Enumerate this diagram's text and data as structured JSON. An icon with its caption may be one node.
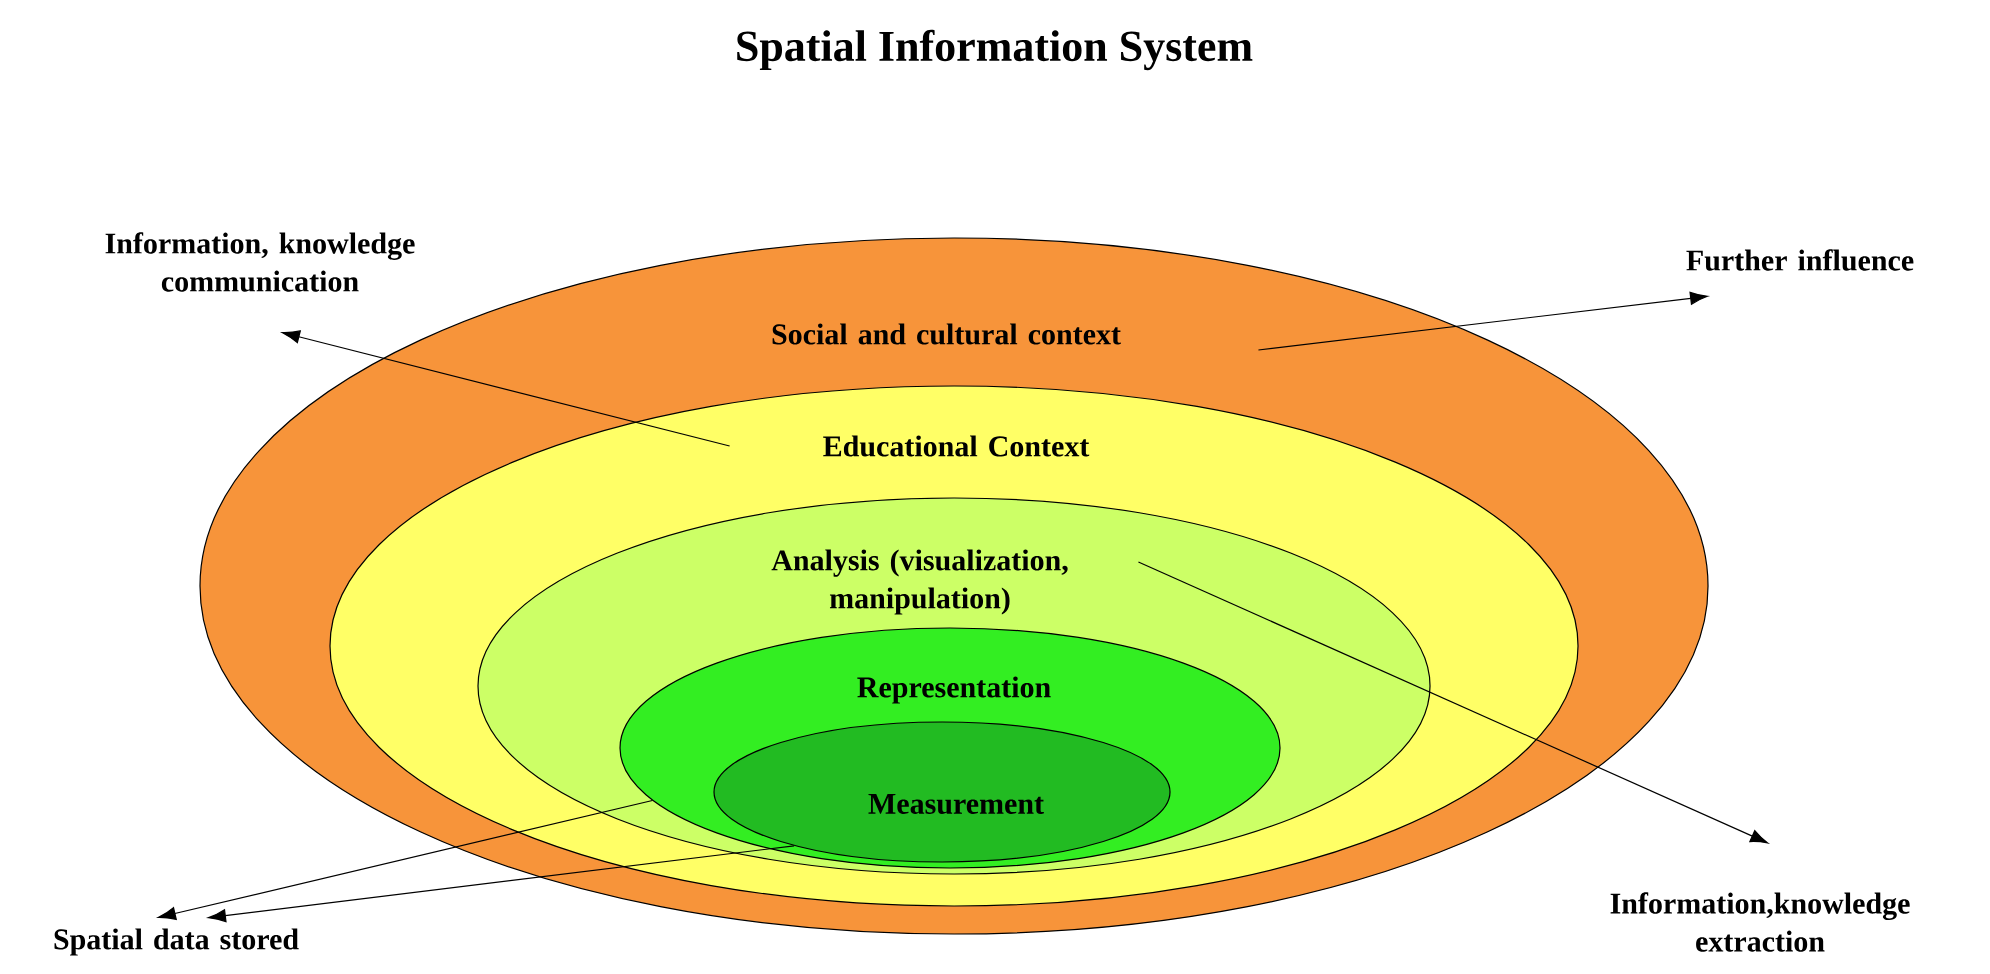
{
  "diagram": {
    "title": "Spatial Information System",
    "nodes": [
      {
        "text": [
          "Social and cultural context"
        ]
      },
      {
        "text": [
          "Educational Context"
        ],
        "in": 0
      },
      {
        "text": [
          "Analysis (visualization, manipulation)"
        ],
        "in": 1
      },
      {
        "text": [
          "Representation"
        ],
        "in": 2
      },
      {
        "text": [
          "Measurement"
        ],
        "in": 3
      },
      {
        "text": [
          "Information, knowledge communication"
        ]
      },
      {
        "text": [
          "Further influence"
        ]
      },
      {
        "text": [
          "Spatial data stored"
        ]
      },
      {
        "text": [
          "Information,knowledge extraction"
        ]
      }
    ],
    "edges": [
      {
        "from": 1,
        "to": 5,
        "arrow": "to"
      },
      {
        "from": 0,
        "to": 6,
        "arrow": "to"
      },
      {
        "from": 2,
        "to": 8,
        "arrow": "to"
      },
      {
        "from": 3,
        "to": 7,
        "arrow": "to"
      },
      {
        "from": 4,
        "to": 7,
        "arrow": "to"
      }
    ]
  }
}
